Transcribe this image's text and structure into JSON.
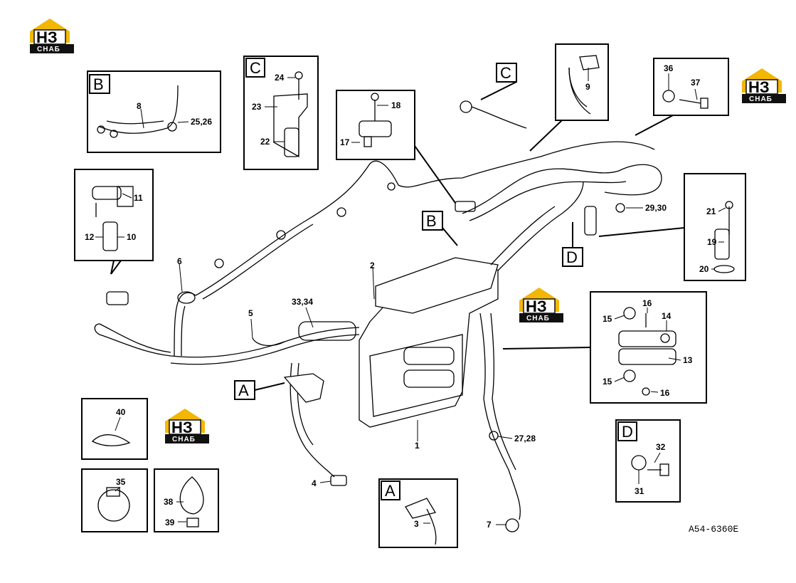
{
  "logo": {
    "text": "НЗ",
    "subtext": "СНАБ"
  },
  "drawing_id": "A54-6360E",
  "detail_letters": {
    "A": "A",
    "B": "B",
    "C": "C",
    "D": "D"
  },
  "labels": {
    "p1": "1",
    "p2": "2",
    "p3": "3",
    "p4": "4",
    "p5": "5",
    "p6": "6",
    "p7": "7",
    "p8": "8",
    "p9": "9",
    "p10": "10",
    "p11": "11",
    "p12": "12",
    "p13": "13",
    "p14": "14",
    "p15a": "15",
    "p15b": "15",
    "p16a": "16",
    "p16b": "16",
    "p17": "17",
    "p18": "18",
    "p19": "19",
    "p20": "20",
    "p21": "21",
    "p22": "22",
    "p23": "23",
    "p24": "24",
    "p25_26": "25,26",
    "p27_28": "27,28",
    "p29_30": "29,30",
    "p31": "31",
    "p32": "32",
    "p33_34": "33,34",
    "p35": "35",
    "p36": "36",
    "p37": "37",
    "p38": "38",
    "p39": "39",
    "p40": "40"
  },
  "colors": {
    "logo_yellow": "#f2b705",
    "logo_dark": "#111111",
    "line": "#000000"
  }
}
